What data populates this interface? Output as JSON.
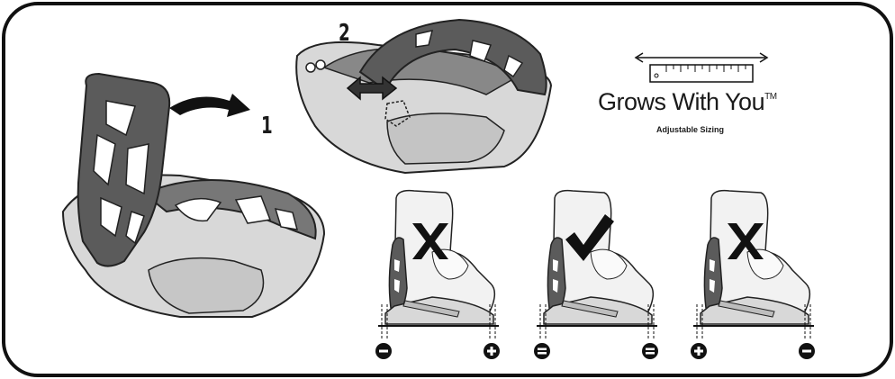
{
  "steps": {
    "step1": "1",
    "step2": "2"
  },
  "brand": {
    "title": "Grows With You",
    "trademark": "TM",
    "subtitle": "Adjustable Sizing"
  },
  "sizing_panels": [
    {
      "fit": "incorrect",
      "mark_icon": "x-icon",
      "left_sign": "minus",
      "right_sign": "plus"
    },
    {
      "fit": "correct",
      "mark_icon": "check-icon",
      "left_sign": "equal",
      "right_sign": "equal"
    },
    {
      "fit": "incorrect",
      "mark_icon": "x-icon",
      "left_sign": "plus",
      "right_sign": "minus"
    }
  ],
  "colors": {
    "frame": "#111111",
    "highback": "#5b5b5b",
    "base": "#d9d9d9",
    "boot": "#f2f2f2",
    "ink": "#1a1a1a"
  }
}
